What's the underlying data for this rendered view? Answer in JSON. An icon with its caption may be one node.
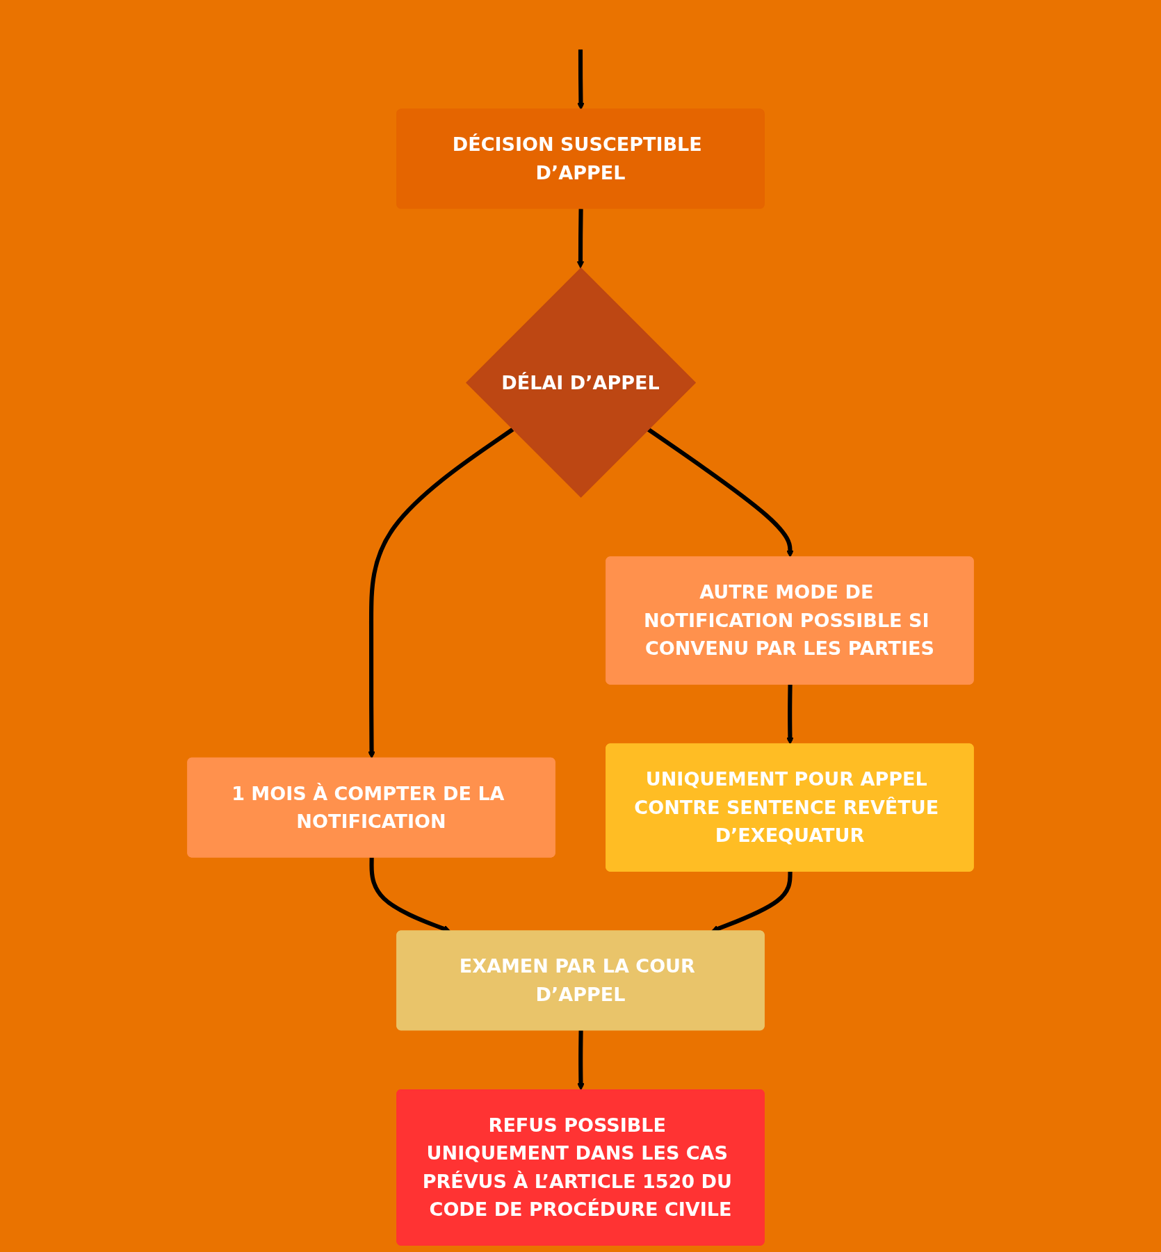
{
  "diagram": {
    "nodes": [
      {
        "text": [
          "DÉCISION SUSCEPTIBLE D’APPEL"
        ]
      },
      {
        "text": [
          "DÉLAI D’APPEL"
        ]
      },
      {
        "text": [
          "1 MOIS À COMPTER DE LA NOTIFICATION"
        ]
      },
      {
        "text": [
          "AUTRE MODE DE NOTIFICATION POSSIBLE SI CONVENU PAR LES PARTIES"
        ]
      },
      {
        "text": [
          "UNIQUEMENT POUR APPEL CONTRE SENTENCE REVÊTUE D’EXEQUATUR"
        ]
      },
      {
        "text": [
          "EXAMEN PAR LA COUR D’APPEL"
        ]
      },
      {
        "text": [
          "REFUS POSSIBLE UNIQUEMENT DANS LES CAS PRÉVUS À L’ARTICLE 1520 DU CODE DE PROCÉDURE CIVILE"
        ]
      }
    ],
    "edges": [
      {
        "from": null,
        "to": 0,
        "arrow": "to"
      },
      {
        "from": 0,
        "to": 1,
        "arrow": "to"
      },
      {
        "from": 1,
        "to": 2,
        "arrow": "to"
      },
      {
        "from": 1,
        "to": 3,
        "arrow": "to"
      },
      {
        "from": 3,
        "to": 4,
        "arrow": "to"
      },
      {
        "from": 2,
        "to": 5,
        "arrow": "to"
      },
      {
        "from": 4,
        "to": 5,
        "arrow": "to"
      },
      {
        "from": 5,
        "to": 6,
        "arrow": "to"
      }
    ]
  }
}
